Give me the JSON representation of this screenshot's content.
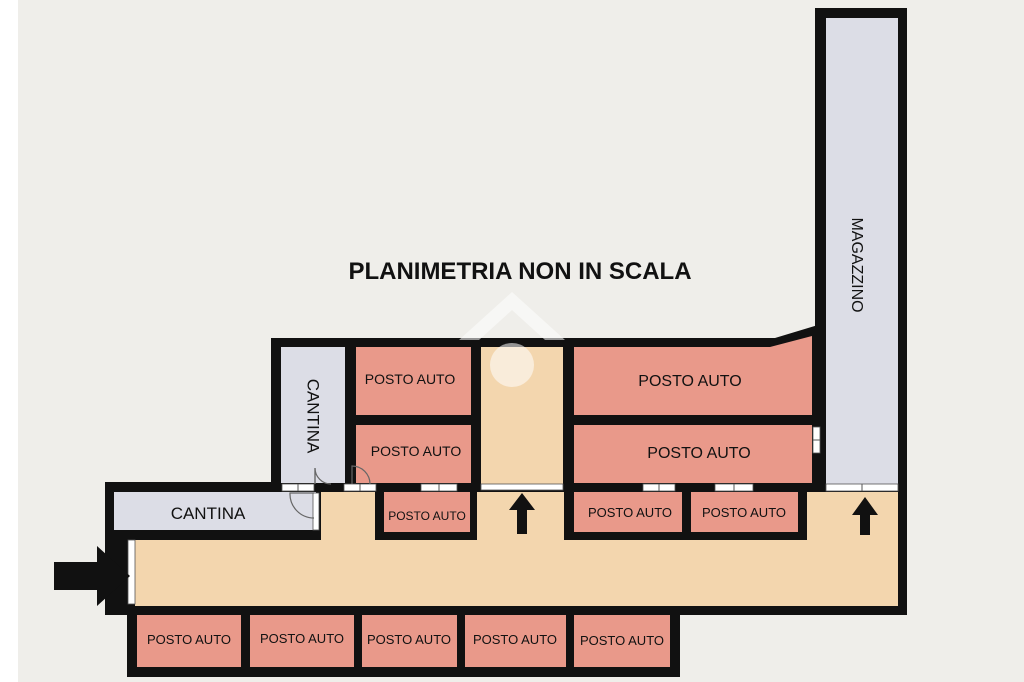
{
  "title": "PLANIMETRIA NON IN SCALA",
  "colors": {
    "background": "#efeeea",
    "wall": "#111111",
    "parking": "#e9998a",
    "corridor": "#f3d6ae",
    "storage": "#dcdde6",
    "window": "#ffffff"
  },
  "labels": {
    "magazzino": "MAGAZZINO",
    "cantina": "CANTINA",
    "posto_auto": "POSTO AUTO"
  },
  "icons": {
    "entrance": "arrow-right-icon",
    "access": "arrow-up-icon",
    "watermark": "house-logo-icon"
  }
}
